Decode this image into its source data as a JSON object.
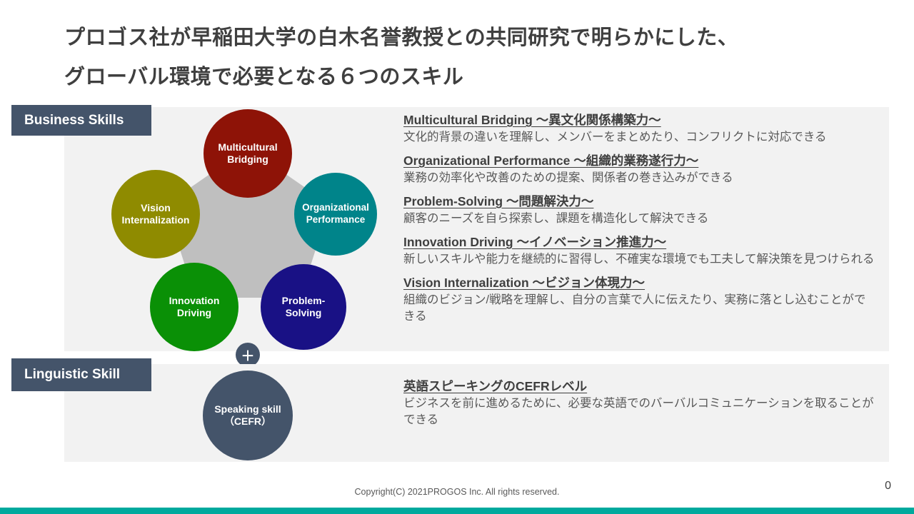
{
  "colors": {
    "accent_bar": "#00A99D",
    "label_bg": "#44546A",
    "panel_bg": "#F2F2F2",
    "pentagon": "#BFBFBF",
    "plus_bg": "#44546A"
  },
  "title": {
    "line1": "プロゴス社が早稲田大学の白木名誉教授との共同研究で明らかにした、",
    "line2": "グローバル環境で必要となる６つのスキル"
  },
  "business": {
    "label": "Business Skills",
    "circles": [
      {
        "label": "Multicultural\nBridging",
        "color": "#8E1307"
      },
      {
        "label": "Organizational\nPerformance",
        "color": "#00848A"
      },
      {
        "label": "Vision\nInternalization",
        "color": "#8F8B00"
      },
      {
        "label": "Innovation\nDriving",
        "color": "#0A9006"
      },
      {
        "label": "Problem-\nSolving",
        "color": "#191185"
      }
    ],
    "descriptions": [
      {
        "heading": "Multicultural Bridging ～異文化関係構築力～",
        "body": "文化的背景の違いを理解し、メンバーをまとめたり、コンフリクトに対応できる"
      },
      {
        "heading": "Organizational Performance ～組織的業務遂行力～",
        "body": "業務の効率化や改善のための提案、関係者の巻き込みができる"
      },
      {
        "heading": "Problem-Solving ～問題解決力～",
        "body": "顧客のニーズを自ら探索し、課題を構造化して解決できる"
      },
      {
        "heading": "Innovation Driving ～イノベーション推進力～",
        "body": "新しいスキルや能力を継続的に習得し、不確実な環境でも工夫して解決策を見つけられる"
      },
      {
        "heading": "Vision Internalization ～ビジョン体現力～",
        "body": "組織のビジョン/戦略を理解し、自分の言葉で人に伝えたり、実務に落とし込むことができる"
      }
    ]
  },
  "connector": {
    "plus": "＋"
  },
  "linguistic": {
    "label": "Linguistic Skill",
    "circle": {
      "label": "Speaking skill\n（CEFR）",
      "color": "#44546A"
    },
    "description": {
      "heading": "英語スピーキングのCEFRレベル",
      "body": "ビジネスを前に進めるために、必要な英語でのバーバルコミュニケーションを取ることができる"
    }
  },
  "footer": {
    "copyright": "Copyright(C) 2021PROGOS Inc. All rights reserved.",
    "page_number": "0"
  }
}
